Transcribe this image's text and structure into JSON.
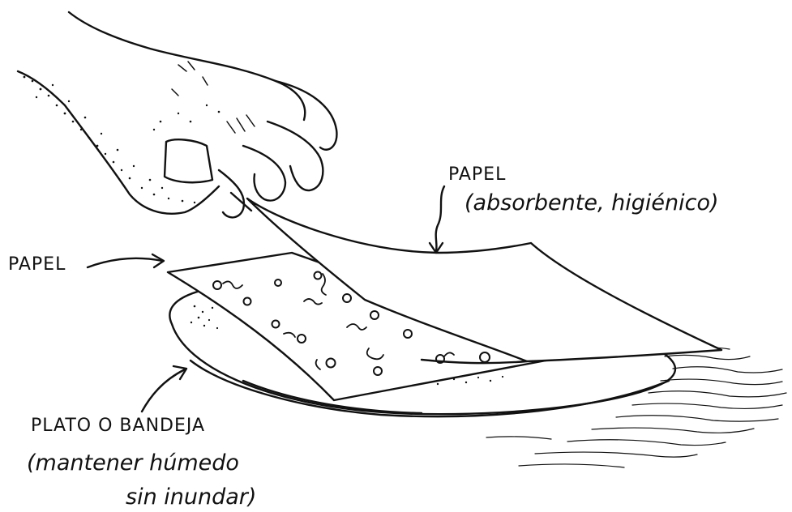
{
  "labels": {
    "paper_top": {
      "title": "PAPEL",
      "detail": "(absorbente, higiénico)"
    },
    "paper_left": {
      "title": "PAPEL"
    },
    "plate": {
      "title": "PLATO O BANDEJA",
      "line2": "(mantener húmedo",
      "line3": "sin inundar)"
    }
  },
  "colors": {
    "ink": "#111111",
    "background": "#ffffff"
  }
}
